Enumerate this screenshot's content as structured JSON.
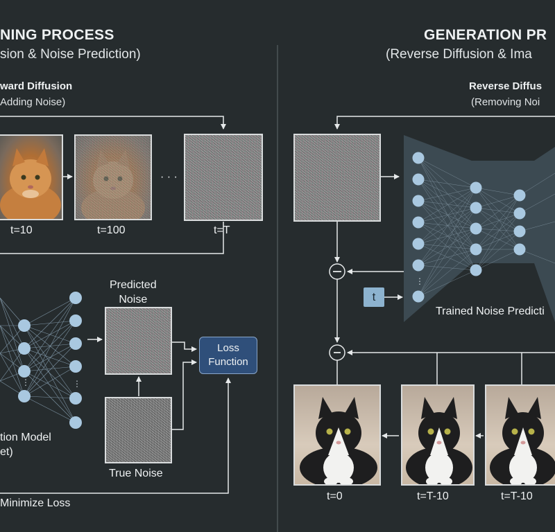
{
  "training": {
    "title": "NING PROCESS",
    "subtitle": "sion & Noise Prediction)",
    "stage_title": "ward Diffusion",
    "stage_subtitle": "Adding Noise)",
    "frame_labels": [
      "t=10",
      "t=100",
      "t=T"
    ],
    "ellipsis": "· · ·",
    "predicted_noise_label": "Predicted\nNoise",
    "true_noise_label": "True Noise",
    "loss_function_label": "Loss\nFunction",
    "model_label": "tion Model\net)",
    "minimize_loss_label": "Minimize Loss"
  },
  "generation": {
    "title": "GENERATION PR",
    "subtitle": "(Reverse Diffusion & Ima",
    "stage_title": "Reverse Diffus",
    "stage_subtitle": "(Removing Noi",
    "timestep_box": "t",
    "trained_model_label": "Trained Noise Predicti",
    "subtract_symbol": "−",
    "frame_labels": [
      "t=0",
      "t=T-10",
      "t=T-10"
    ],
    "network_ellipsis": "⋮"
  },
  "colors": {
    "background": "#262c2e",
    "node": "#a9c8e0",
    "loss_box": "#2f4f7a",
    "line": "#e6e9ea"
  },
  "icons": [
    "orange-cat-image",
    "tuxedo-cat-image",
    "noise-image",
    "neural-network",
    "subtract-circle"
  ]
}
